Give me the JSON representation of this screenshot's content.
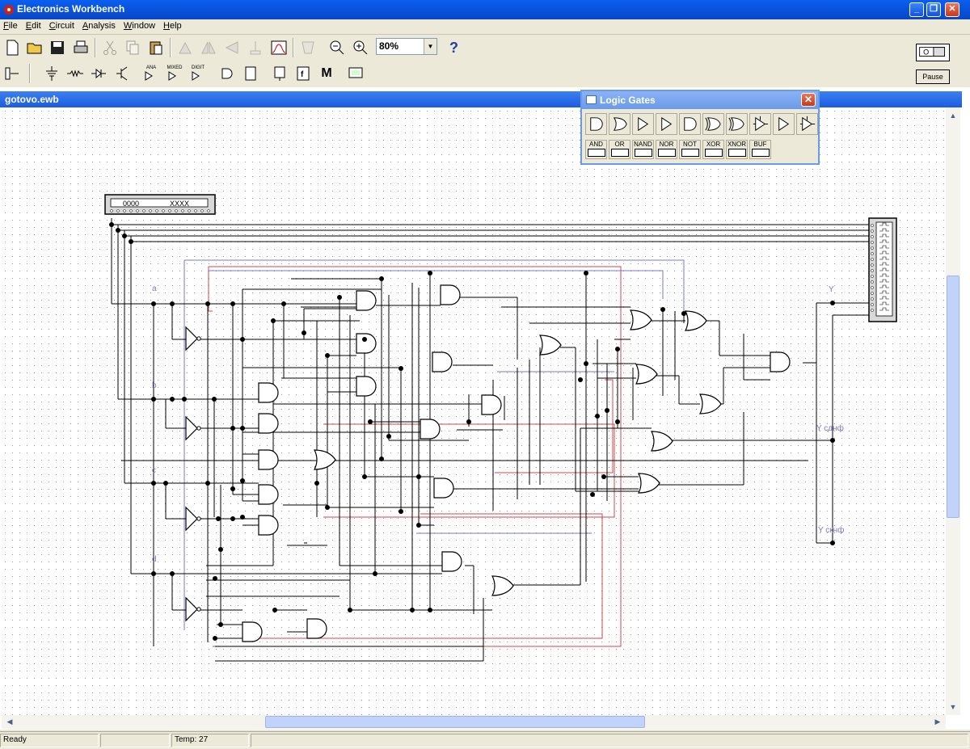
{
  "app": {
    "title": "Electronics Workbench"
  },
  "menu": [
    {
      "label": "File",
      "key": "F",
      "rest": "ile"
    },
    {
      "label": "Edit",
      "key": "E",
      "rest": "dit"
    },
    {
      "label": "Circuit",
      "key": "C",
      "rest": "ircuit"
    },
    {
      "label": "Analysis",
      "key": "A",
      "rest": "nalysis"
    },
    {
      "label": "Window",
      "key": "W",
      "rest": "indow"
    },
    {
      "label": "Help",
      "key": "H",
      "rest": "elp"
    }
  ],
  "toolbar": {
    "zoom": "80%",
    "help": "?",
    "pause": "Pause",
    "parts_labels": {
      "ana": "ANA",
      "mixed": "MIXED",
      "digit": "DIGIT",
      "m": "M"
    }
  },
  "document": {
    "title": "gotovo.ewb"
  },
  "status": {
    "ready": "Ready",
    "temp": "Temp:  27"
  },
  "palette": {
    "title": "Logic Gates",
    "labels": [
      "AND",
      "OR",
      "NAND",
      "NOR",
      "NOT",
      "XOR",
      "XNOR",
      "BUF"
    ]
  },
  "circuit": {
    "word_generator": {
      "left": "0000",
      "right": "XXXX"
    },
    "input_labels": [
      "a",
      "b",
      "c",
      "d"
    ],
    "output_labels": [
      "Y",
      "Y сднф",
      "Y скнф"
    ]
  },
  "colors": {
    "titlebar": "#0847c6",
    "wire": "#000000",
    "wire_red": "#d04848",
    "wire_blue": "#7a78c8",
    "grid_dot": "#9a9a9a"
  }
}
